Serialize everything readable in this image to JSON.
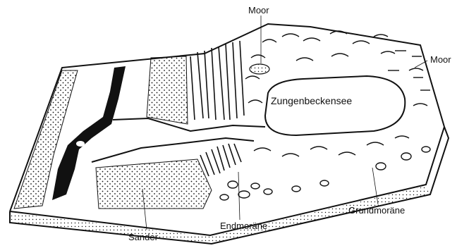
{
  "labels": {
    "moor_top": "Moor",
    "moor_right": "Moor",
    "lake": "Zungenbeckensee",
    "sander": "Sander",
    "endmoraene": "Endmoräne",
    "grundmoraene": "Grundmoräne"
  },
  "colors": {
    "ink": "#111111",
    "paper": "#ffffff"
  }
}
